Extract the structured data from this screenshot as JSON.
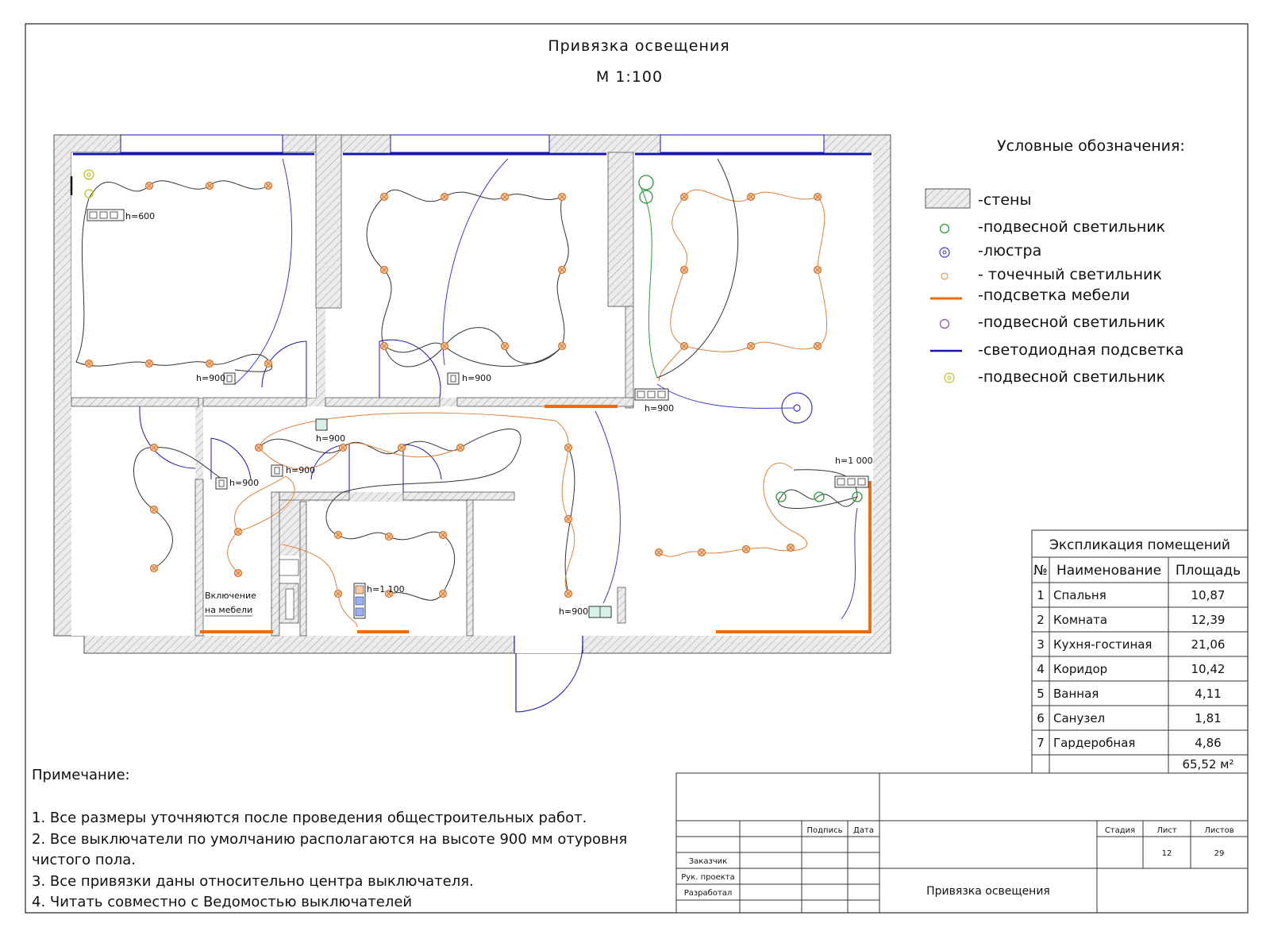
{
  "title": "Привязка освещения",
  "scale": "М 1:100",
  "legend": {
    "heading": "Условные обозначения:",
    "items": [
      {
        "label": "-стены",
        "kind": "wall",
        "color": "#888888"
      },
      {
        "label": "-подвесной светильник",
        "kind": "circle",
        "color": "#2e9a3b"
      },
      {
        "label": "-люстра",
        "kind": "double-circle",
        "color": "#3a3ac0"
      },
      {
        "label": "- точечный светильник",
        "kind": "small-circle",
        "color": "#e89a55"
      },
      {
        "label": "-подсветка мебели",
        "kind": "thick-line",
        "color": "#f06a10"
      },
      {
        "label": "-подвесной светильник",
        "kind": "circle",
        "color": "#7a4fb0"
      },
      {
        "label": "-светодиодная подсветка",
        "kind": "line",
        "color": "#1515b0"
      },
      {
        "label": "-подвесной светильник",
        "kind": "double-circle",
        "color": "#c8c020"
      }
    ]
  },
  "plan_labels": {
    "s1": "h=600",
    "s2": "h=900",
    "s3": "h=900",
    "s4": "h=900",
    "s5": "h=900",
    "s6": "h=900",
    "s7": "h=900",
    "s8": "h=1 000",
    "s9": "h=1 100",
    "s10": "h=900",
    "furniture_1": "Включение",
    "furniture_2": "на мебели"
  },
  "explication": {
    "title": "Экспликация помещений",
    "headers": [
      "№",
      "Наименование",
      "Площадь"
    ],
    "rows": [
      {
        "n": "1",
        "name": "Спальня",
        "area": "10,87"
      },
      {
        "n": "2",
        "name": "Комната",
        "area": "12,39"
      },
      {
        "n": "3",
        "name": "Кухня-гостиная",
        "area": "21,06"
      },
      {
        "n": "4",
        "name": "Коридор",
        "area": "10,42"
      },
      {
        "n": "5",
        "name": "Ванная",
        "area": "4,11"
      },
      {
        "n": "6",
        "name": "Санузел",
        "area": "1,81"
      },
      {
        "n": "7",
        "name": "Гардеробная",
        "area": "4,86"
      }
    ],
    "total": "65,52 м²"
  },
  "notes": {
    "heading": "Примечание:",
    "lines": [
      "1. Все размеры уточняются после проведения общестроительных работ.",
      "2. Все выключатели по умолчанию располагаются на высоте 900 мм отуровня",
      "чистого пола.",
      "3. Все привязки даны относительно центра выключателя.",
      "4. Читать совместно с Ведомостью выключателей"
    ]
  },
  "stamp": {
    "podpis": "Подпись",
    "data": "Дата",
    "zakazchik": "Заказчик",
    "ruk": "Рук. проекта",
    "razrabotal": "Разработал",
    "stadiya": "Стадия",
    "list": "Лист",
    "listov": "Листов",
    "list_value": "12",
    "listov_value": "29",
    "sheet_title": "Привязка освещения"
  },
  "colors": {
    "wire": "#333333",
    "orange_wire": "#e0803a",
    "green_wire": "#2e9a3b",
    "blue_wire": "#2a2ad0",
    "furniture": "#f06a10",
    "wall_fill": "#e6e6e6"
  }
}
